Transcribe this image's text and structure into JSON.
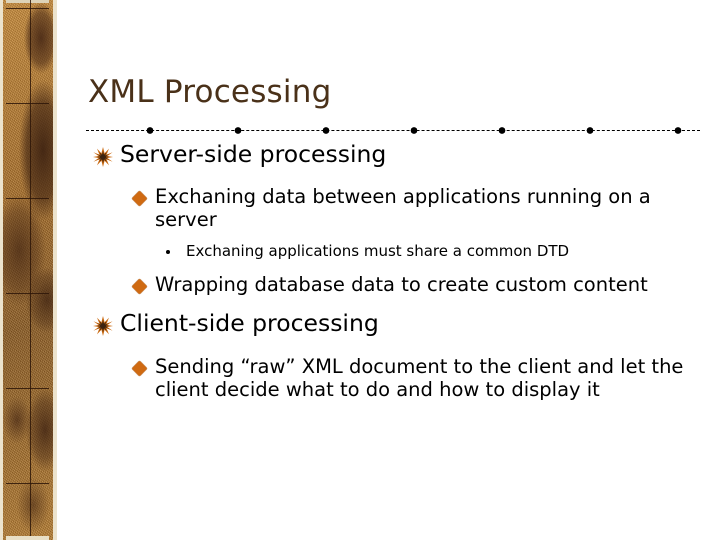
{
  "slide": {
    "title": "XML Processing",
    "title_color": "#4a3119",
    "body_text_color": "#000000",
    "background_color": "#ffffff"
  },
  "sidebar": {
    "name": "decorative-texture-band",
    "base_color": "#b3782f",
    "blotch_color": "#4a2a16",
    "edge_color": "#ece3cd",
    "grid_line_color": "#2d1608"
  },
  "separator": {
    "name": "dash-dot-rule",
    "color": "#000000",
    "style": "dash-dot"
  },
  "bullets": {
    "level1_icon": "starburst-icon",
    "level1_icon_color": "#cc6a10",
    "level2_icon": "diamond-icon",
    "level2_icon_color": "#cf6a12",
    "level3_icon": "dot-icon",
    "level3_icon_color": "#000000"
  },
  "outline": [
    {
      "level": 1,
      "name": "bullet-server-side-processing",
      "text": "Server-side processing"
    },
    {
      "level": 2,
      "name": "bullet-exchanging-data",
      "text": "Exchaning data between applications running on a server"
    },
    {
      "level": 3,
      "name": "bullet-common-dtd",
      "text": "Exchaning applications must share a common DTD"
    },
    {
      "level": 2,
      "name": "bullet-wrapping-database",
      "text": "Wrapping database data to create custom content"
    },
    {
      "level": 1,
      "name": "bullet-client-side-processing",
      "text": "Client-side processing"
    },
    {
      "level": 2,
      "name": "bullet-sending-raw-xml",
      "text": "Sending “raw” XML document to the client and let the client decide what to do and how to display it"
    }
  ]
}
